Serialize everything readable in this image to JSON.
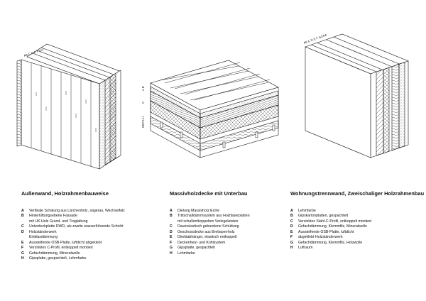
{
  "panels": [
    {
      "title": "Außenwand, Holzrahmenbauweise",
      "letters": "AB C  D  E F GH",
      "items": [
        {
          "key": "A",
          "text": "Vertikale Schalung aus Lärchenholz, sägerau, Wechselfalz"
        },
        {
          "key": "B",
          "text": "Hinterlüftungsebene Fassade\nmit UK Holz Grund- und Traglattung"
        },
        {
          "key": "C",
          "text": "Unterdeckplatte DWD, als zweite wasserführende Schicht"
        },
        {
          "key": "D",
          "text": "Holzständerwerk\nEinblasdämmung"
        },
        {
          "key": "E",
          "text": "Aussteifende OSB-Platte, luftdicht abgeklebt"
        },
        {
          "key": "F",
          "text": "Verzinktes C-Profil, entkoppelt montiert"
        },
        {
          "key": "G",
          "text": "Gefachdämmung, Mineralwolle"
        },
        {
          "key": "H",
          "text": "Gipsplatte, gespachtelt, Lehmfarbe"
        }
      ]
    },
    {
      "title": "Massivholzdecke mit Unterbau",
      "letters_top": "A  B",
      "letters_mid": "C",
      "letters_bottom": "DEFG H",
      "items": [
        {
          "key": "A",
          "text": "Dielung Massivholz Eiche"
        },
        {
          "key": "B",
          "text": "Trittschalldämmsystem aus Holzfaserplatten\nmit schallentkoppelten Verlegeleisten"
        },
        {
          "key": "C",
          "text": "Dauerelastisch gebundene Schüttung"
        },
        {
          "key": "D",
          "text": "Geschossdecke aus Brettsperrholz"
        },
        {
          "key": "E",
          "text": "Direktabhänger, elastisch entkoppelt"
        },
        {
          "key": "F",
          "text": "Deckenheiz- und Kühlsystem"
        },
        {
          "key": "G",
          "text": "Gipsplatte, gespachtelt"
        },
        {
          "key": "H",
          "text": "Lehmfarbe"
        }
      ]
    },
    {
      "title": "Wohnungstrennwand, Zweischaliger Holzrahmenbau",
      "letters": "AB C D  E  F  GCBA",
      "items": [
        {
          "key": "A",
          "text": "Lehmfarbe"
        },
        {
          "key": "B",
          "text": "Gipskartonplatten, gespachtelt"
        },
        {
          "key": "C",
          "text": "Verzinktes Stahl-C-Profil, entkoppelt montiert"
        },
        {
          "key": "D",
          "text": "Gefachdämmung,  Klemmfilz, Mineralwolle"
        },
        {
          "key": "E",
          "text": "Aussteifende OSB-Platte, luftdicht"
        },
        {
          "key": "F",
          "text": "abgeklebt Holzständerwerk"
        },
        {
          "key": "G",
          "text": "Gefachdämmung, Klemmfilz, Holzwolle"
        },
        {
          "key": "H",
          "text": "Luftraum"
        }
      ]
    }
  ]
}
